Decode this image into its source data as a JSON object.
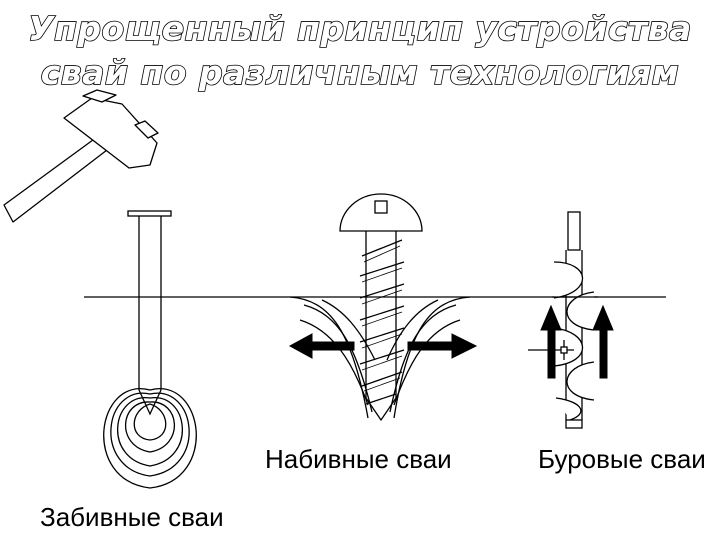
{
  "title": {
    "line1": "Упрощенный принцип устройства",
    "line2": "свай по различным технологиям"
  },
  "labels": {
    "driven": "Забивные сваи",
    "stuffed": "Набивные сваи",
    "bored": "Буровые сваи"
  },
  "colors": {
    "line": "#000000",
    "background": "#ffffff"
  },
  "icons": [
    "hammer-icon",
    "nail-pile-icon",
    "screw-pile-icon",
    "auger-pile-icon",
    "arrow-left-icon",
    "arrow-right-icon",
    "arrow-up-icon"
  ]
}
